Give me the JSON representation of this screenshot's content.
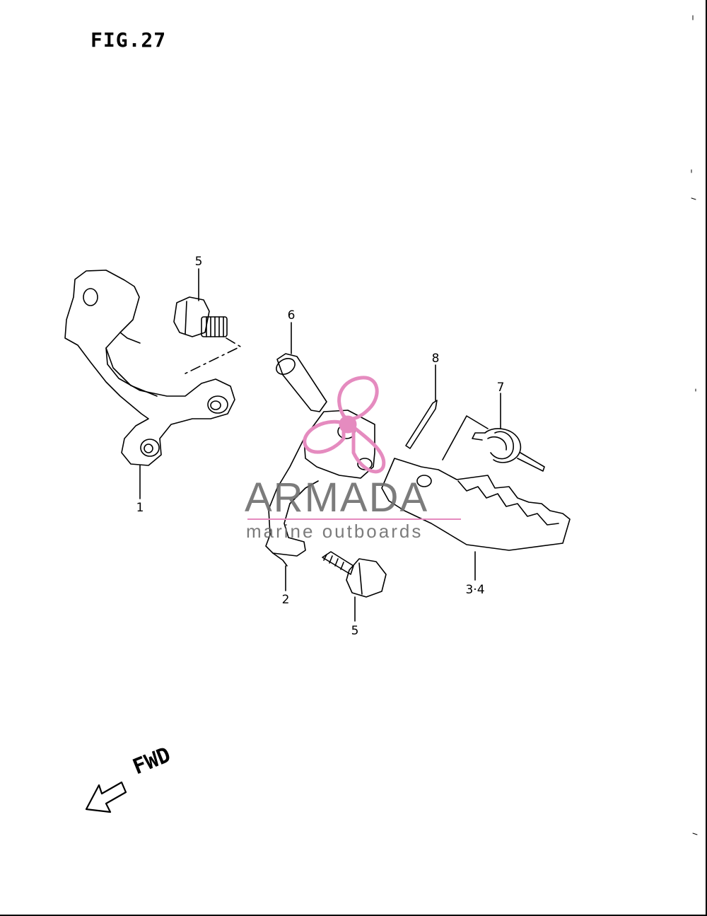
{
  "figure": {
    "title": "FIG.27"
  },
  "callouts": [
    {
      "id": "c1",
      "label": "1"
    },
    {
      "id": "c2",
      "label": "2"
    },
    {
      "id": "c34",
      "label": "3·4"
    },
    {
      "id": "c5a",
      "label": "5"
    },
    {
      "id": "c5b",
      "label": "5"
    },
    {
      "id": "c6",
      "label": "6"
    },
    {
      "id": "c7",
      "label": "7"
    },
    {
      "id": "c8",
      "label": "8"
    }
  ],
  "direction": {
    "label": "FWD",
    "icon": "arrow-left-down-icon"
  },
  "watermark": {
    "title": "ARMADA",
    "subtitle": "marine outboards",
    "logo_icon": "propeller-logo-icon",
    "accent_color": "#e58bbf",
    "text_color": "#6e6e6e"
  }
}
